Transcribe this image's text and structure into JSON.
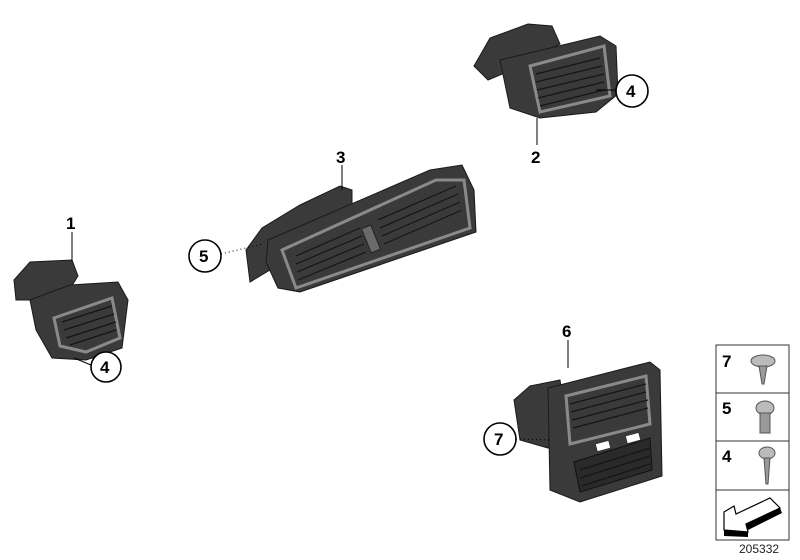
{
  "diagram": {
    "callouts": [
      {
        "id": "1",
        "label": "1"
      },
      {
        "id": "2",
        "label": "2"
      },
      {
        "id": "3",
        "label": "3"
      },
      {
        "id": "4a",
        "label": "4"
      },
      {
        "id": "4b",
        "label": "4"
      },
      {
        "id": "5",
        "label": "5"
      },
      {
        "id": "6",
        "label": "6"
      },
      {
        "id": "7",
        "label": "7"
      }
    ],
    "legend": {
      "rows": [
        {
          "label": "7",
          "icon": "washer-head-screw-icon"
        },
        {
          "label": "5",
          "icon": "machine-screw-icon"
        },
        {
          "label": "4",
          "icon": "tapping-screw-icon"
        },
        {
          "label": "",
          "icon": "arrow-icon"
        }
      ]
    },
    "drawing_number": "205332"
  }
}
